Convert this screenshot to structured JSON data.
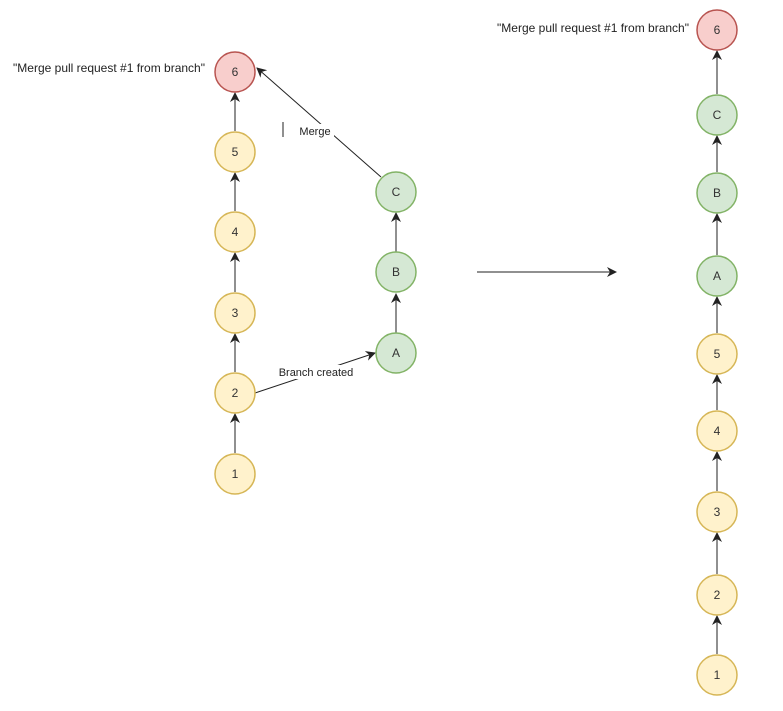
{
  "colors": {
    "main_fill": "#fff2cc",
    "main_stroke": "#d6b656",
    "branch_fill": "#d5e8d4",
    "branch_stroke": "#82b366",
    "merge_fill": "#f8cecc",
    "merge_stroke": "#b85450",
    "edge": "#222222"
  },
  "before": {
    "main_commits": [
      "1",
      "2",
      "3",
      "4",
      "5"
    ],
    "branch_commits": [
      "A",
      "B",
      "C"
    ],
    "merge_commit": "6",
    "merge_message": "\"Merge pull request #1 from branch\"",
    "branch_created_label": "Branch created",
    "merge_label": "Merge"
  },
  "after": {
    "commits": [
      "1",
      "2",
      "3",
      "4",
      "5",
      "A",
      "B",
      "C"
    ],
    "merge_commit": "6",
    "merge_message": "\"Merge pull request #1 from branch\""
  }
}
